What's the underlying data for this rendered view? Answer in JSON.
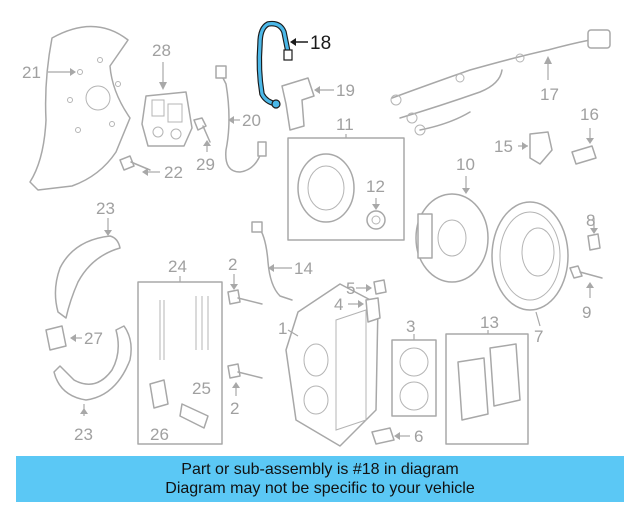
{
  "highlight": {
    "part_number": "18",
    "color": "#5bc8f5"
  },
  "callouts": {
    "n1": "1",
    "n2a": "2",
    "n2b": "2",
    "n3": "3",
    "n4": "4",
    "n5": "5",
    "n6": "6",
    "n7": "7",
    "n8": "8",
    "n9": "9",
    "n10": "10",
    "n11": "11",
    "n12": "12",
    "n13": "13",
    "n14": "14",
    "n15": "15",
    "n16": "16",
    "n17": "17",
    "n18": "18",
    "n19": "19",
    "n20": "20",
    "n21": "21",
    "n22": "22",
    "n23a": "23",
    "n23b": "23",
    "n24": "24",
    "n25": "25",
    "n26": "26",
    "n27": "27",
    "n28": "28",
    "n29": "29"
  },
  "banner": {
    "line1": "Part or sub-assembly is #18 in diagram",
    "line2": "Diagram may not be specific to your vehicle"
  }
}
